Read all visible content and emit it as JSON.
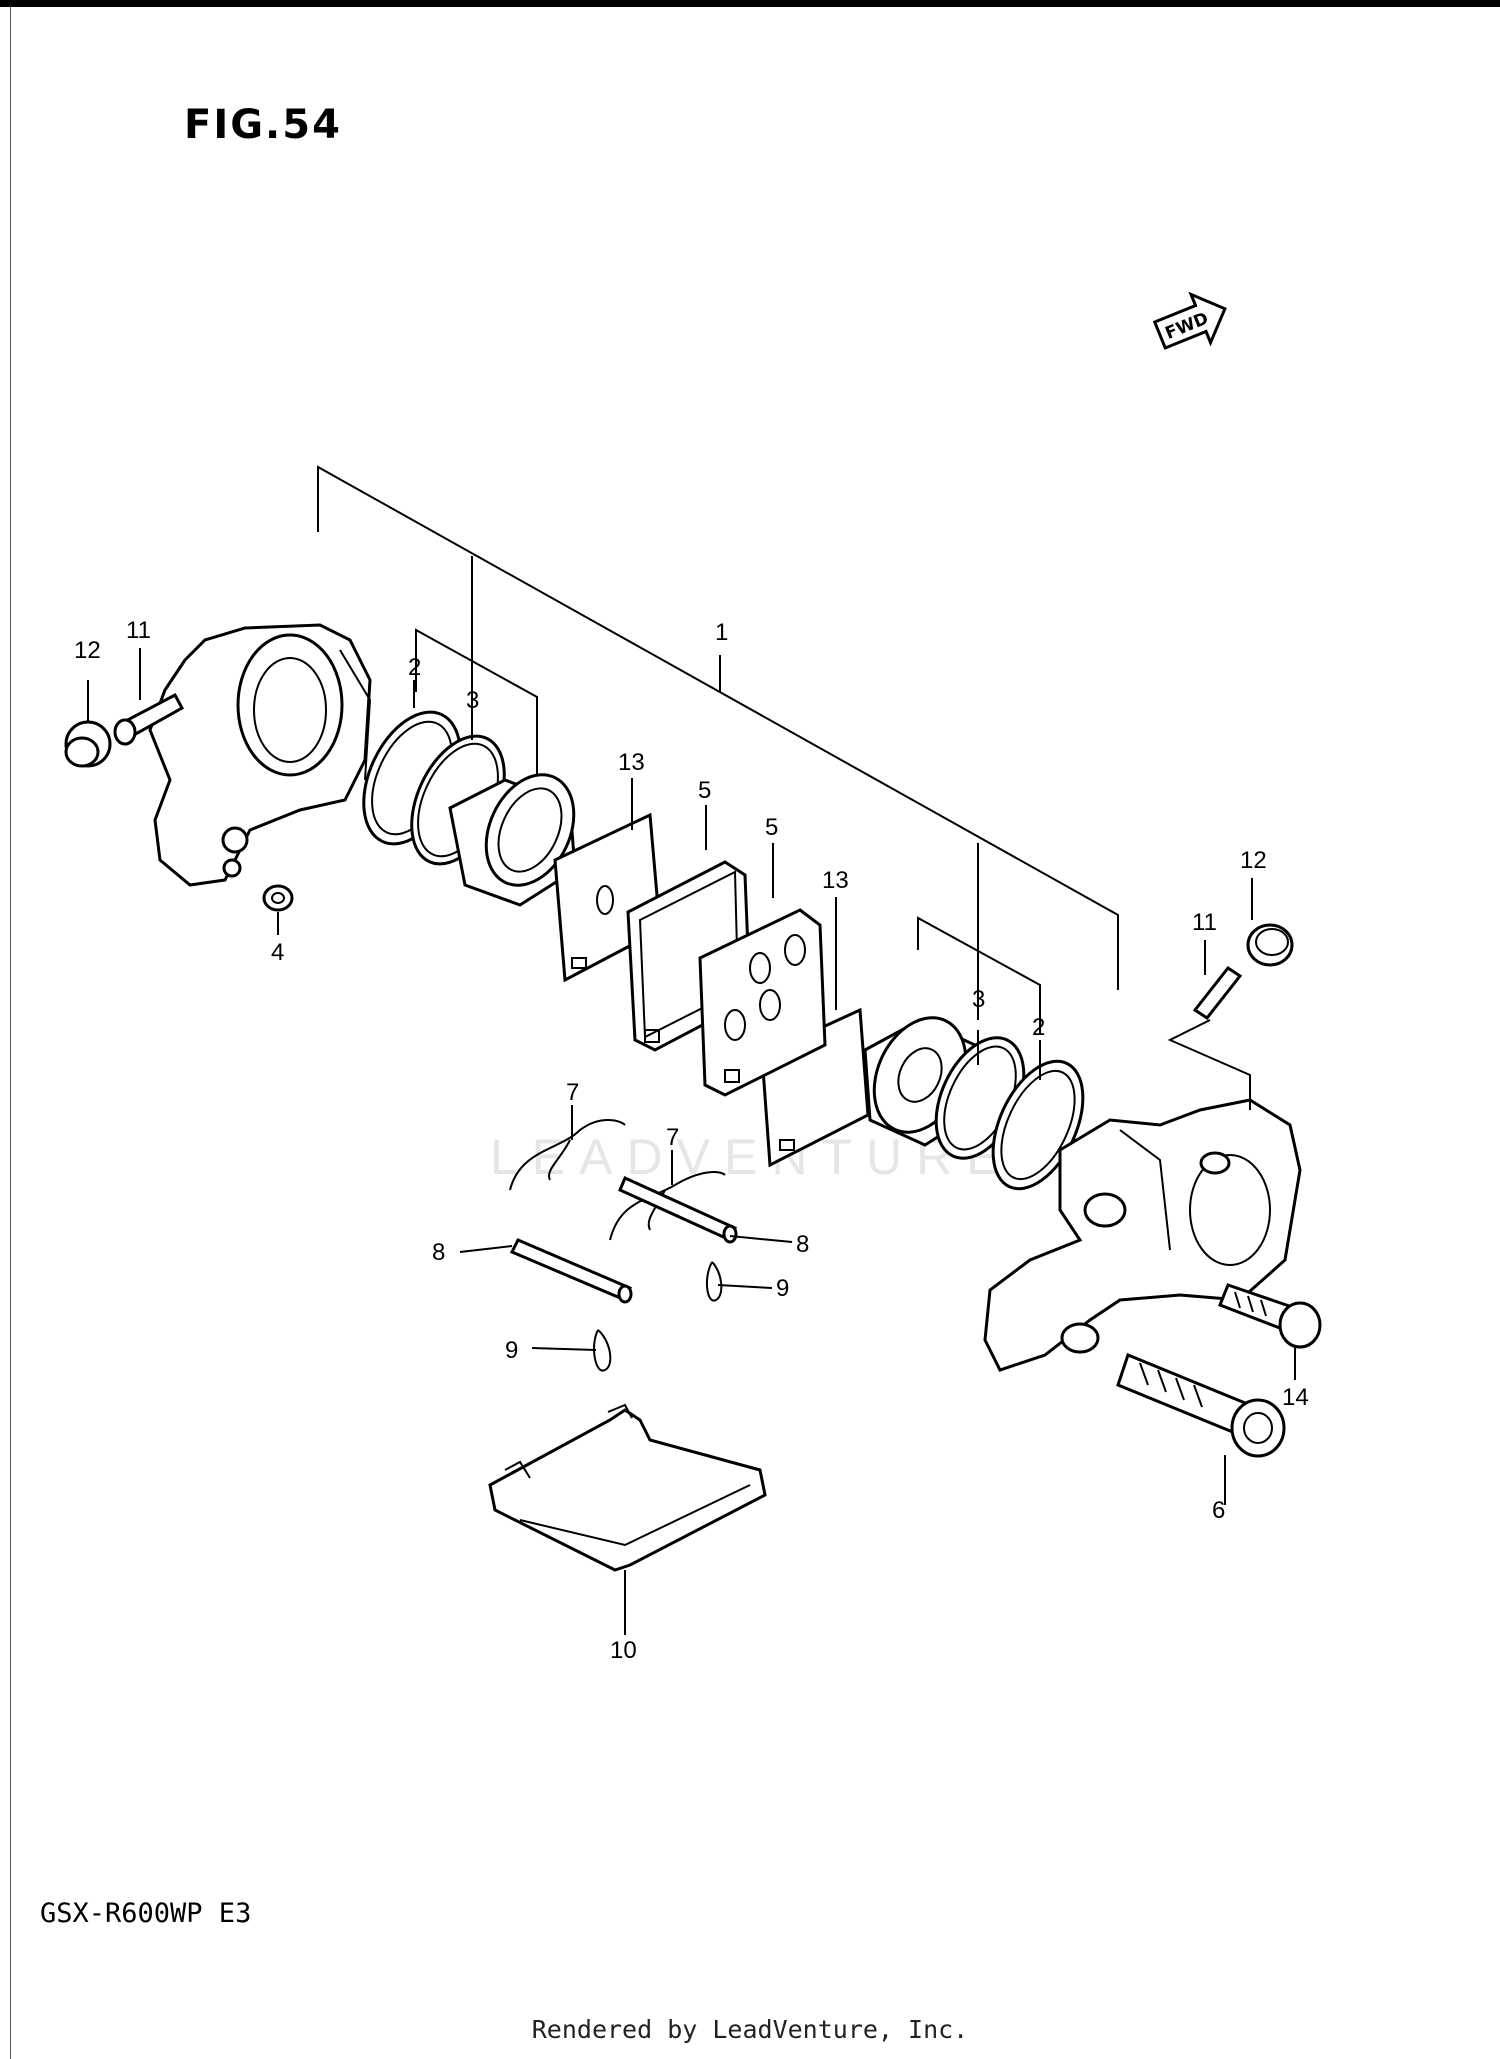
{
  "figure": {
    "title": "FIG.54",
    "model_code": "GSX-R600WP E3",
    "footer": "Rendered by LeadVenture, Inc.",
    "watermark": "LEADVENTURE"
  },
  "fwd_arrow": {
    "label": "FWD",
    "icon": "fwd-direction-arrow-icon"
  },
  "callouts": {
    "c1": "1",
    "c2a": "2",
    "c2b": "2",
    "c3a": "3",
    "c3b": "3",
    "c4": "4",
    "c5a": "5",
    "c5b": "5",
    "c6": "6",
    "c7a": "7",
    "c7b": "7",
    "c8a": "8",
    "c8b": "8",
    "c9a": "9",
    "c9b": "9",
    "c10": "10",
    "c11a": "11",
    "c11b": "11",
    "c12a": "12",
    "c12b": "12",
    "c13a": "13",
    "c13b": "13",
    "c14": "14"
  }
}
